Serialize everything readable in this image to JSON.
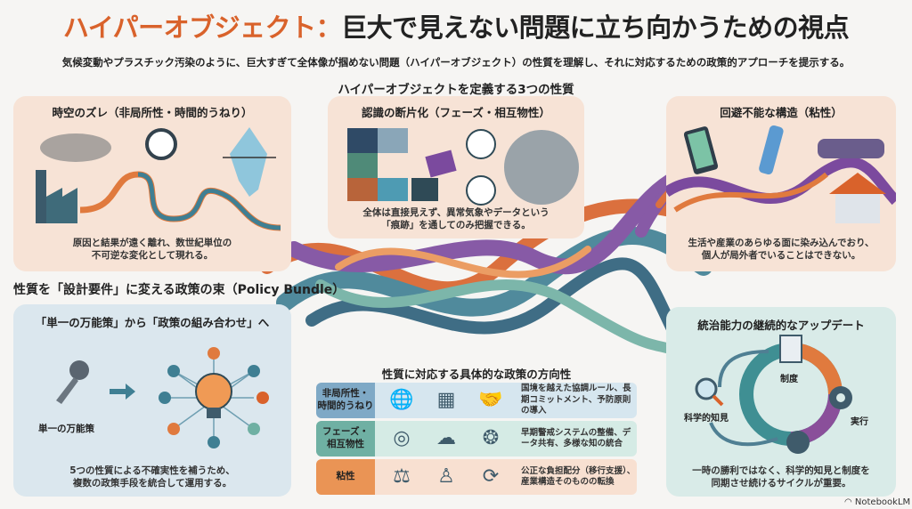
{
  "header": {
    "title_accent": "ハイパーオブジェクト：",
    "title_main": "巨大で見えない問題に立ち向かうための視点",
    "subtitle": "気候変動やプラスチック汚染のように、巨大すぎて全体像が掴めない問題（ハイパーオブジェクト）の性質を理解し、それに対応するための政策的アプローチを提示する。"
  },
  "properties": {
    "heading": "ハイパーオブジェクトを定義する3つの性質",
    "items": [
      {
        "title": "時空のズレ（非局所性・時間的うねり）",
        "desc1": "原因と結果が遠く離れ、数世紀単位の",
        "desc2": "不可逆な変化として現れる。"
      },
      {
        "title": "認識の断片化（フェーズ・相互物性）",
        "desc1": "全体は直接見えず、異常気象やデータという",
        "desc2": "「痕跡」を通してのみ把握できる。"
      },
      {
        "title": "回避不能な構造（粘性）",
        "desc1": "生活や産業のあらゆる面に染み込んでおり、",
        "desc2": "個人が局外者でいることはできない。"
      }
    ]
  },
  "policy_bundle": {
    "heading": "性質を「設計要件」に変える政策の束（Policy Bundle）",
    "title": "「単一の万能策」から「政策の組み合わせ」へ",
    "key_label": "単一の万能策",
    "desc1": "5つの性質による不確実性を補うため、",
    "desc2": "複数の政策手段を統合して運用する。"
  },
  "directions": {
    "heading": "性質に対応する具体的な政策の方向性",
    "rows": [
      {
        "label1": "非局所性・",
        "label2": "時間的うねり",
        "icons": [
          "globe-handshake-icon",
          "calendar-icon",
          "handshake-icon"
        ],
        "text": "国境を越えた協調ルール、長期コミットメント、予防原則の導入",
        "color": "#7fa9c6",
        "bg": "#d6e6ef"
      },
      {
        "label1": "フェーズ・",
        "label2": "相互物性",
        "icons": [
          "radar-icon",
          "cloud-database-icon",
          "brain-icon"
        ],
        "text": "早期警戒システムの整備、データ共有、多様な知の統合",
        "color": "#6fb0a3",
        "bg": "#d5ebe5"
      },
      {
        "label1": "粘性",
        "label2": "",
        "icons": [
          "scales-icon",
          "person-balance-icon",
          "industry-cycle-icon"
        ],
        "text": "公正な負担配分（移行支援）、産業構造そのものの転換",
        "color": "#ea9455",
        "bg": "#f8e0d1"
      }
    ]
  },
  "governance": {
    "title": "統治能力の継続的なアップデート",
    "node_institution": "制度",
    "node_execution": "実行",
    "node_science": "科学的知見",
    "desc1": "一時の勝利ではなく、科学的知見と制度を",
    "desc2": "同期させ続けるサイクルが重要。"
  },
  "footer": {
    "brand": "NotebookLM"
  },
  "colors": {
    "accent": "#d9622b",
    "peach": "#f7e3d6",
    "blue": "#dbe7ee",
    "mint": "#d9ebe8",
    "teal": "#3f7f93",
    "purple": "#7b4a9e"
  }
}
